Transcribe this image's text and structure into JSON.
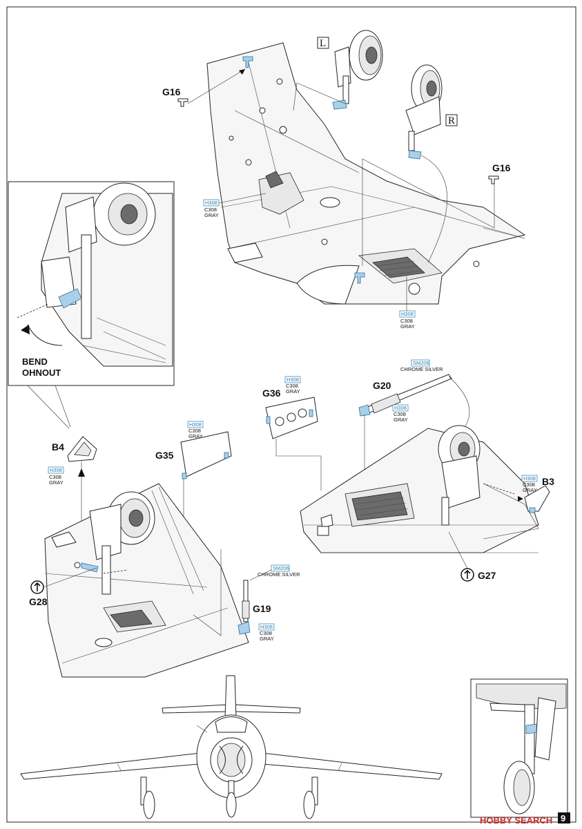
{
  "labels": {
    "g16_top": "G16",
    "g16_right": "G16",
    "left_marker": "L",
    "right_marker": "R",
    "bend": "BEND",
    "ohnout": "OHNOUT",
    "b4": "B4",
    "g35": "G35",
    "g36": "G36",
    "g20": "G20",
    "b3": "B3",
    "g27": "G27",
    "g28": "G28",
    "g19": "G19",
    "page_number": "9",
    "watermark": "HOBBY SEARCH"
  },
  "colors": {
    "h308_callout": "H308",
    "c308": "C308",
    "gray": "GRAY",
    "sm206_callout": "SM206",
    "chrome_silver": "CHROME SILVER",
    "part_highlight": "#a9cfe9",
    "line_color": "#222222"
  },
  "callouts": {
    "top_wheelwell": {
      "h": "H308",
      "c": "C308",
      "name": "GRAY"
    },
    "top_gunbay": {
      "h": "H308",
      "c": "C308",
      "name": "GRAY"
    },
    "b4": {
      "h": "H308",
      "c": "C308",
      "name": "GRAY"
    },
    "g35": {
      "h": "H308",
      "c": "C308",
      "name": "GRAY"
    },
    "g36": {
      "h": "H308",
      "c": "C308",
      "name": "GRAY"
    },
    "g20_top": {
      "sm": "SM206",
      "name": "CHROME SILVER"
    },
    "g20": {
      "h": "H308",
      "c": "C308",
      "name": "GRAY"
    },
    "b3": {
      "h": "H308",
      "c": "C308",
      "name": "GRAY"
    },
    "g19_top": {
      "sm": "SM206",
      "name": "CHROME SILVER"
    },
    "g19": {
      "h": "H308",
      "c": "C308",
      "name": "GRAY"
    }
  },
  "icons": [
    "rotate-arrow-icon",
    "up-arrow-icon"
  ]
}
